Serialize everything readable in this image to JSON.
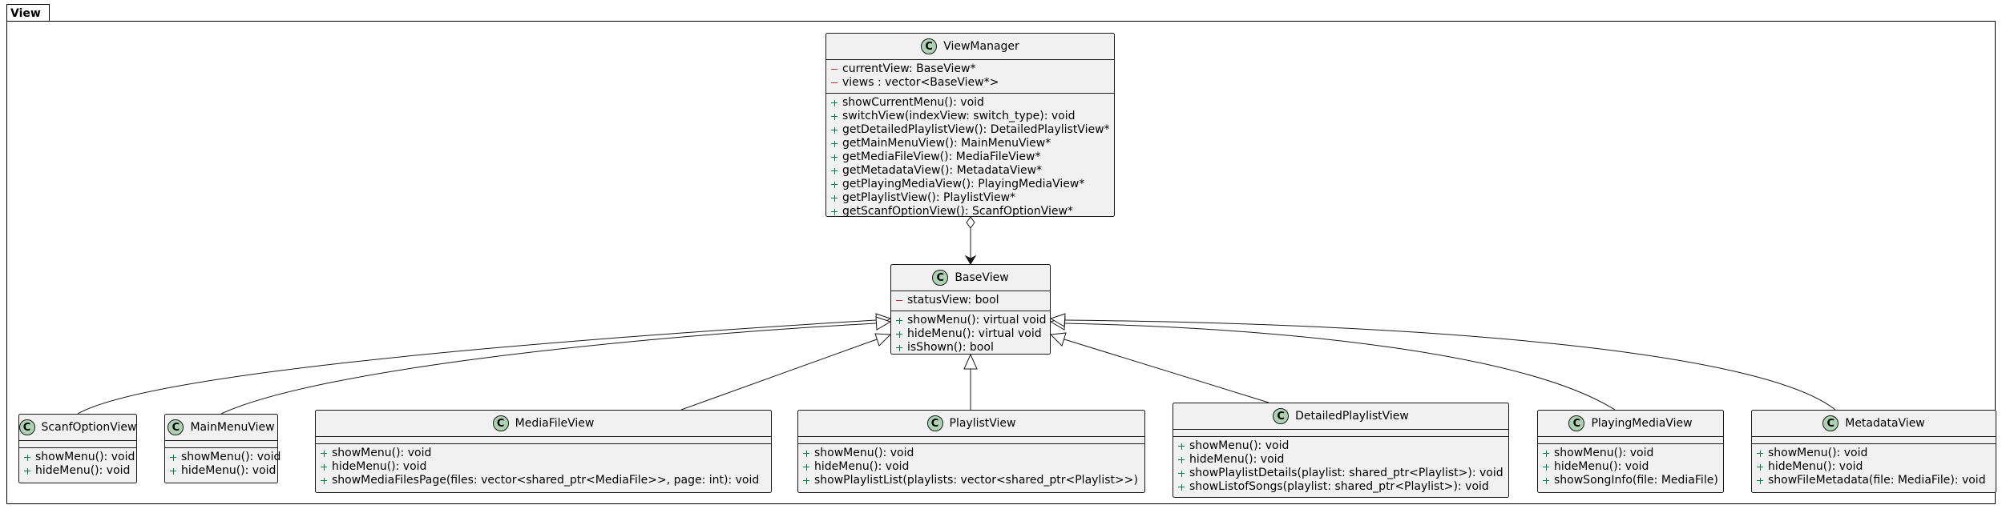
{
  "package": {
    "name": "View"
  },
  "classes": {
    "viewmanager": {
      "name": "ViewManager",
      "stereotype_letter": "C",
      "attributes": [
        {
          "visibility": "private",
          "text": "currentView: BaseView*"
        },
        {
          "visibility": "private",
          "text": "views : vector<BaseView*>"
        }
      ],
      "methods": [
        {
          "visibility": "public",
          "text": "showCurrentMenu(): void"
        },
        {
          "visibility": "public",
          "text": "switchView(indexView: switch_type): void"
        },
        {
          "visibility": "public",
          "text": "getDetailedPlaylistView(): DetailedPlaylistView*"
        },
        {
          "visibility": "public",
          "text": "getMainMenuView(): MainMenuView*"
        },
        {
          "visibility": "public",
          "text": "getMediaFileView(): MediaFileView*"
        },
        {
          "visibility": "public",
          "text": "getMetadataView(): MetadataView*"
        },
        {
          "visibility": "public",
          "text": "getPlayingMediaView(): PlayingMediaView*"
        },
        {
          "visibility": "public",
          "text": "getPlaylistView(): PlaylistView*"
        },
        {
          "visibility": "public",
          "text": "getScanfOptionView(): ScanfOptionView*"
        }
      ]
    },
    "baseview": {
      "name": "BaseView",
      "stereotype_letter": "C",
      "attributes": [
        {
          "visibility": "private",
          "text": "statusView: bool"
        }
      ],
      "methods": [
        {
          "visibility": "public",
          "text": "showMenu(): virtual void"
        },
        {
          "visibility": "public",
          "text": "hideMenu(): virtual void"
        },
        {
          "visibility": "public",
          "text": "isShown(): bool"
        }
      ]
    },
    "scanfoptionview": {
      "name": "ScanfOptionView",
      "stereotype_letter": "C",
      "attributes": [],
      "methods": [
        {
          "visibility": "public",
          "text": "showMenu(): void"
        },
        {
          "visibility": "public",
          "text": "hideMenu(): void"
        }
      ]
    },
    "mainmenuview": {
      "name": "MainMenuView",
      "stereotype_letter": "C",
      "attributes": [],
      "methods": [
        {
          "visibility": "public",
          "text": "showMenu(): void"
        },
        {
          "visibility": "public",
          "text": "hideMenu(): void"
        }
      ]
    },
    "mediafileview": {
      "name": "MediaFileView",
      "stereotype_letter": "C",
      "attributes": [],
      "methods": [
        {
          "visibility": "public",
          "text": "showMenu(): void"
        },
        {
          "visibility": "public",
          "text": "hideMenu(): void"
        },
        {
          "visibility": "public",
          "text": "showMediaFilesPage(files: vector<shared_ptr<MediaFile>>, page: int): void"
        }
      ]
    },
    "playlistview": {
      "name": "PlaylistView",
      "stereotype_letter": "C",
      "attributes": [],
      "methods": [
        {
          "visibility": "public",
          "text": "showMenu(): void"
        },
        {
          "visibility": "public",
          "text": "hideMenu(): void"
        },
        {
          "visibility": "public",
          "text": "showPlaylistList(playlists: vector<shared_ptr<Playlist>>)"
        }
      ]
    },
    "detailedplaylistview": {
      "name": "DetailedPlaylistView",
      "stereotype_letter": "C",
      "attributes": [],
      "methods": [
        {
          "visibility": "public",
          "text": "showMenu(): void"
        },
        {
          "visibility": "public",
          "text": "hideMenu(): void"
        },
        {
          "visibility": "public",
          "text": "showPlaylistDetails(playlist: shared_ptr<Playlist>): void"
        },
        {
          "visibility": "public",
          "text": "showListofSongs(playlist: shared_ptr<Playlist>): void"
        }
      ]
    },
    "playingmediaview": {
      "name": "PlayingMediaView",
      "stereotype_letter": "C",
      "attributes": [],
      "methods": [
        {
          "visibility": "public",
          "text": "showMenu(): void"
        },
        {
          "visibility": "public",
          "text": "hideMenu(): void"
        },
        {
          "visibility": "public",
          "text": "showSongInfo(file: MediaFile)"
        }
      ]
    },
    "metadataview": {
      "name": "MetadataView",
      "stereotype_letter": "C",
      "attributes": [],
      "methods": [
        {
          "visibility": "public",
          "text": "showMenu(): void"
        },
        {
          "visibility": "public",
          "text": "hideMenu(): void"
        },
        {
          "visibility": "public",
          "text": "showFileMetadata(file: MediaFile): void"
        }
      ]
    }
  },
  "relations": [
    {
      "type": "aggregation-navigable",
      "from": "viewmanager",
      "to": "baseview"
    },
    {
      "type": "generalization",
      "from": "scanfoptionview",
      "to": "baseview"
    },
    {
      "type": "generalization",
      "from": "mainmenuview",
      "to": "baseview"
    },
    {
      "type": "generalization",
      "from": "mediafileview",
      "to": "baseview"
    },
    {
      "type": "generalization",
      "from": "playlistview",
      "to": "baseview"
    },
    {
      "type": "generalization",
      "from": "detailedplaylistview",
      "to": "baseview"
    },
    {
      "type": "generalization",
      "from": "playingmediaview",
      "to": "baseview"
    },
    {
      "type": "generalization",
      "from": "metadataview",
      "to": "baseview"
    }
  ],
  "colors": {
    "class_fill": "#F1F1F1",
    "class_border": "#181818",
    "class_icon": "#ADD1B2",
    "private_marker": "#C82930",
    "public_marker": "#038048"
  }
}
